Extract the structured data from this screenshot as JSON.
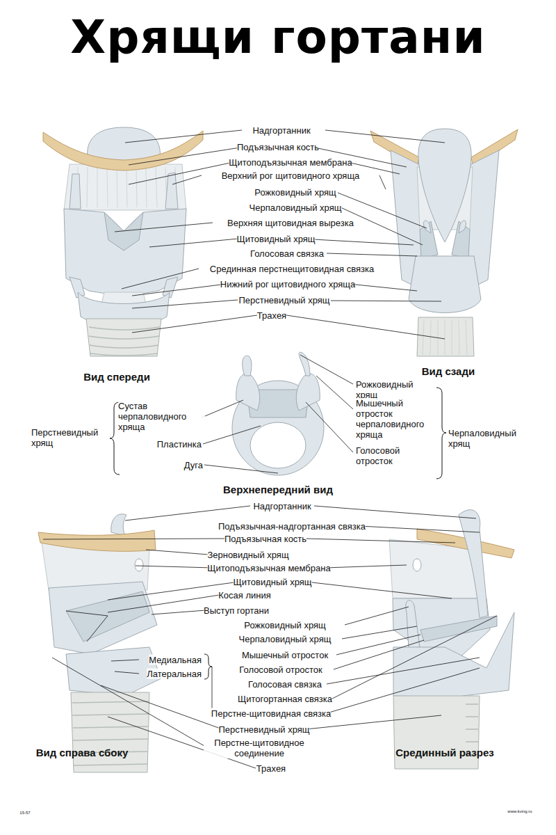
{
  "diagram": {
    "title": "Хрящи гортани",
    "labels": [
      "Надгортанник",
      "Подъязычная кость",
      "Щитоподъязычная мембрана",
      "Верхний рог щитовидного хряща",
      "Рожковидный хрящ",
      "Черпаловидный хрящ",
      "Верхняя щитовидная вырезка",
      "Щитовидный хрящ",
      "Голосовая связка",
      "Срединная перстнещитовидная связка",
      "Нижний рог щитовидного хряща",
      "Перстневидный хрящ",
      "Трахея",
      "Вид спереди",
      "Вид сзади",
      "Рожковидный хрящ",
      "Мышечный отросток черпаловидного хряща",
      "Голосовой отросток",
      "Черпаловидный хрящ",
      "Сустав черпаловидного хряща",
      "Перстневидный хрящ",
      "Пластинка",
      "Дуга",
      "Верхнепередний вид",
      "Надгортанник",
      "Подъязычная-надгортанная связка",
      "Подъязычная кость",
      "Зерновидный хрящ",
      "Щитоподъязычная мембрана",
      "Щитовидный хрящ",
      "Косая линия",
      "Выступ гортани",
      "Рожковидный хрящ",
      "Черпаловидный хрящ",
      "Медиальная",
      "Латеральная",
      "Мышечный отросток",
      "Голосовой отросток",
      "Голосовая связка",
      "Щитогортанная связка",
      "Перстне-щитовидная связка",
      "Перстневидный хрящ",
      "Перстне-щитовидное соединение",
      "Трахея",
      "Вид справа сбоку",
      "Срединный разрез",
      "15-57",
      "www.kving.ru"
    ]
  }
}
